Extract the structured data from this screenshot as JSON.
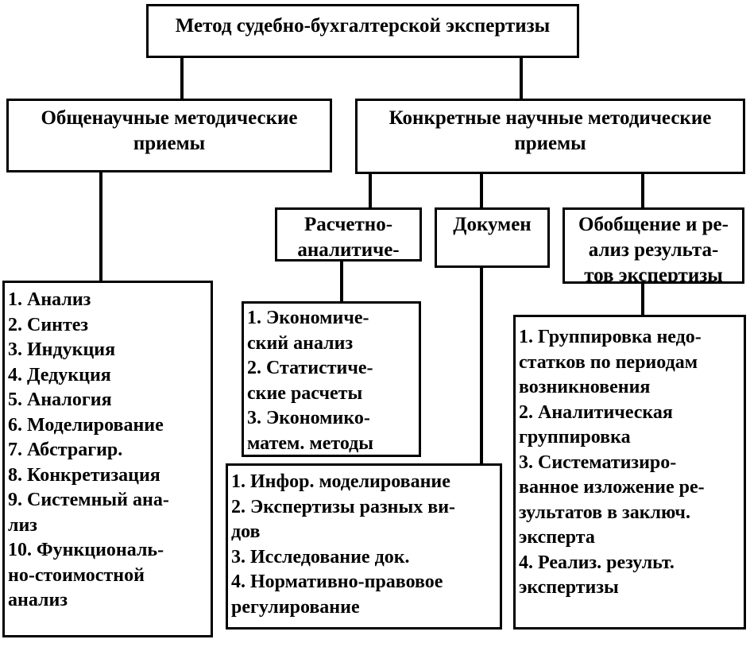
{
  "root": {
    "label": "Метод судебно-бухгалтерской экспертизы"
  },
  "general": {
    "title_lines": [
      "Общенаучные методические",
      "приемы"
    ],
    "items": [
      "1. Анализ",
      "2. Синтез",
      "3. Индукция",
      "4. Дедукция",
      "5. Аналогия",
      "6. Моделирование",
      "7. Абстрагир.",
      "8. Конкретизация",
      "9. Системный ана-",
      "лиз",
      "10. Функциональ-",
      "но-стоимостной",
      "анализ"
    ]
  },
  "specific": {
    "title_lines": [
      "Конкретные научные методические",
      "приемы"
    ],
    "calc": {
      "title_lines": [
        "Расчетно-",
        "аналитиче-"
      ],
      "items": [
        "1. Экономиче-",
        "ский анализ",
        "2. Статистиче-",
        "ские расчеты",
        "3. Экономико-",
        "матем. методы"
      ]
    },
    "doc": {
      "title_lines": [
        "Докумен"
      ],
      "items": [
        "1. Инфор. моделирование",
        "2. Экспертизы разных ви-",
        "дов",
        "3. Исследование док.",
        "4. Нормативно-правовое",
        "регулирование"
      ]
    },
    "summary": {
      "title_lines": [
        "Обобщение и ре-",
        "ализ результа-",
        "тов экспертизы"
      ],
      "items": [
        "1. Группировка недо-",
        "статков по периодам",
        "возникновения",
        "2. Аналитическая",
        "группировка",
        "3. Систематизиро-",
        "ванное изложение ре-",
        "зультатов в заключ.",
        "эксперта",
        "4. Реализ. результ.",
        "экспертизы"
      ]
    }
  }
}
